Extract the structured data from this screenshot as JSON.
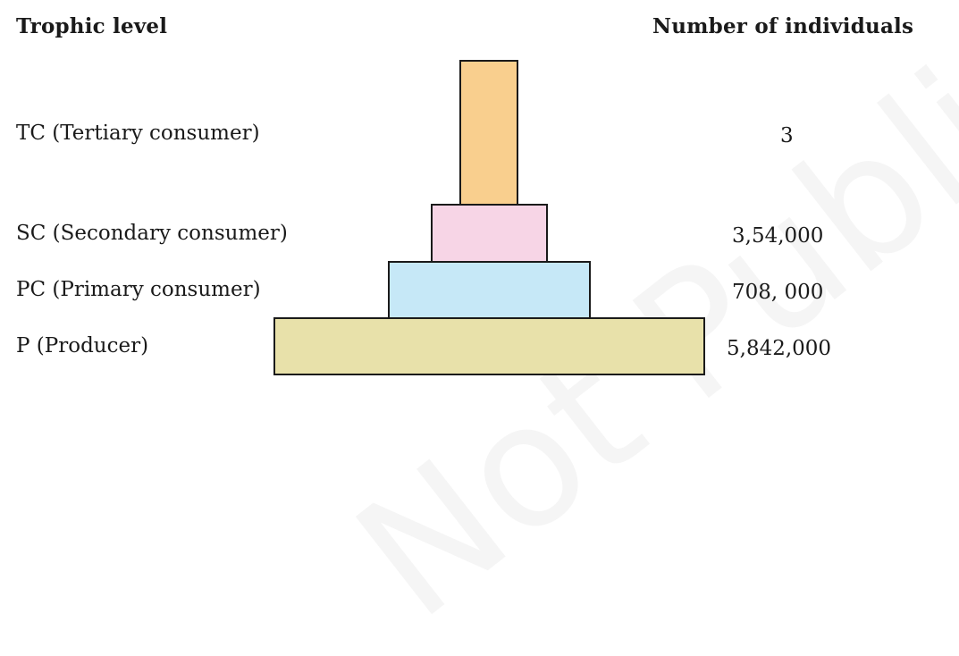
{
  "headings": {
    "trophic_level": "Trophic level",
    "number_of_individuals": "Number of individuals"
  },
  "levels": [
    {
      "label": "TC (Tertiary consumer)",
      "count": "3",
      "color": "#f9cf8e"
    },
    {
      "label": "SC (Secondary consumer)",
      "count": "3,54,000",
      "color": "#f7d5e6"
    },
    {
      "label": "PC (Primary consumer)",
      "count": "708, 000",
      "color": "#c6e8f7"
    },
    {
      "label": "P (Producer)",
      "count": "5,842,000",
      "color": "#e8e1aa"
    }
  ],
  "watermark": "Not Published"
}
